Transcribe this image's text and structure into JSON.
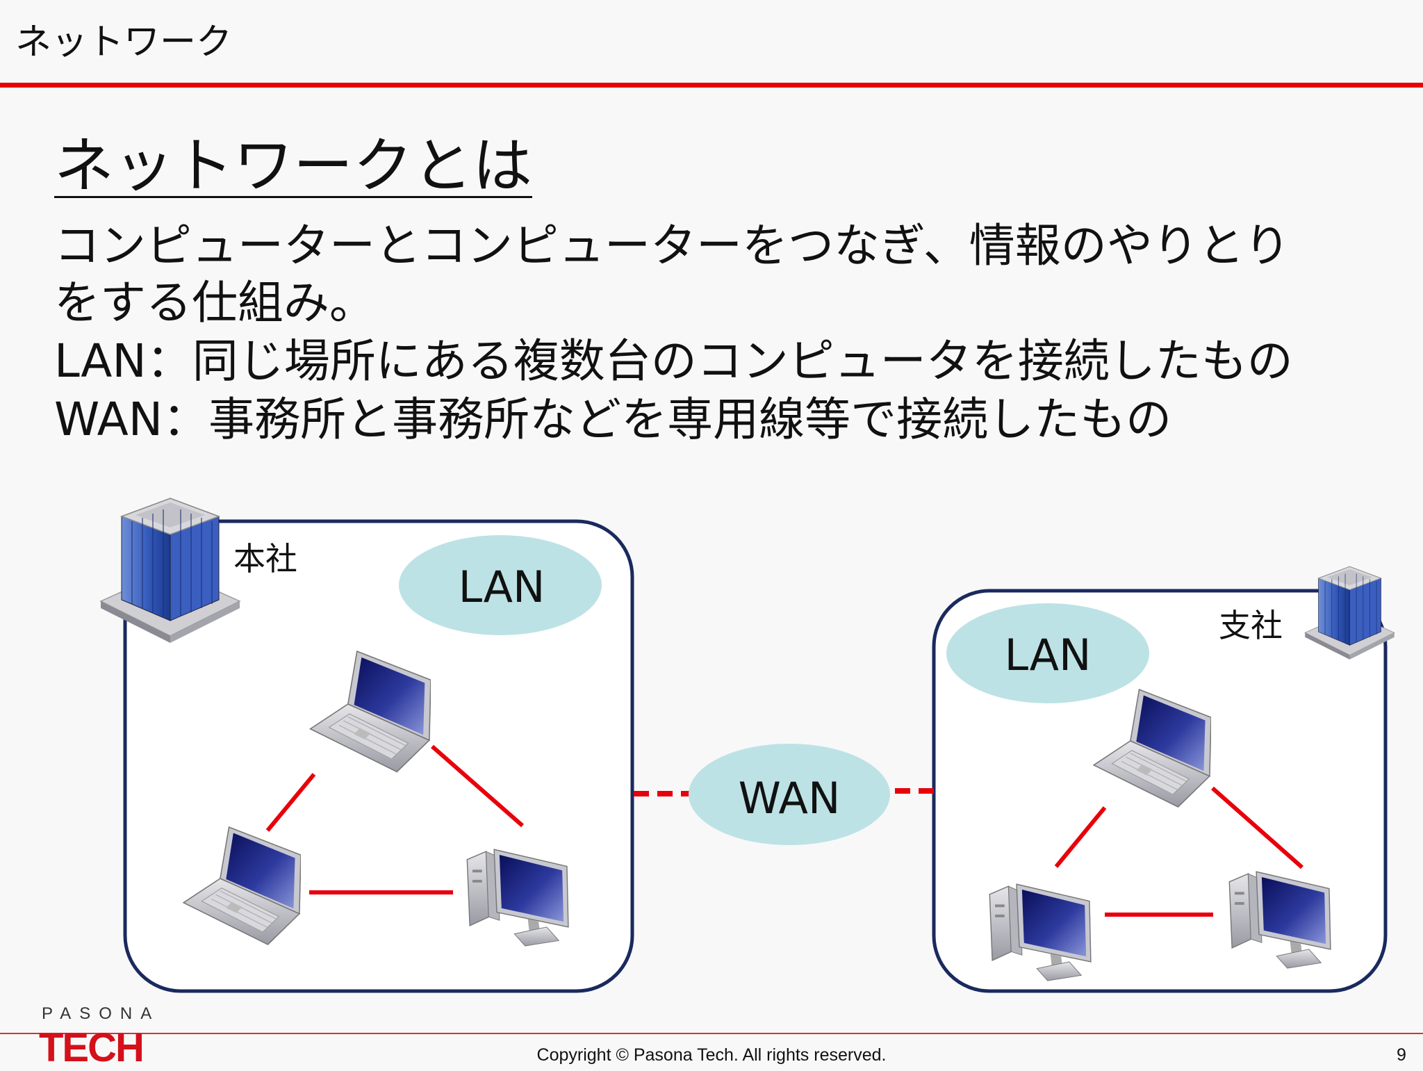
{
  "header": {
    "title": "ネットワーク"
  },
  "slide": {
    "heading": "ネットワークとは",
    "body_lines": [
      "コンピューターとコンピューターをつなぎ、情報のやりとり",
      "をする仕組み。",
      "LAN：同じ場所にある複数台のコンピュータを接続したもの",
      "WAN：事務所と事務所などを専用線等で接続したもの"
    ]
  },
  "diagram": {
    "head_office": {
      "label": "本社",
      "network_label": "LAN"
    },
    "branch_office": {
      "label": "支社",
      "network_label": "LAN"
    },
    "wan_label": "WAN"
  },
  "colors": {
    "accent_red": "#e8000b",
    "box_border": "#1a2a5e",
    "ellipse_fill": "#bde2e5"
  },
  "footer": {
    "logo_top": "PASONA",
    "logo_bottom": "TECH",
    "copyright": "Copyright © Pasona Tech. All rights reserved.",
    "page_number": "9"
  }
}
